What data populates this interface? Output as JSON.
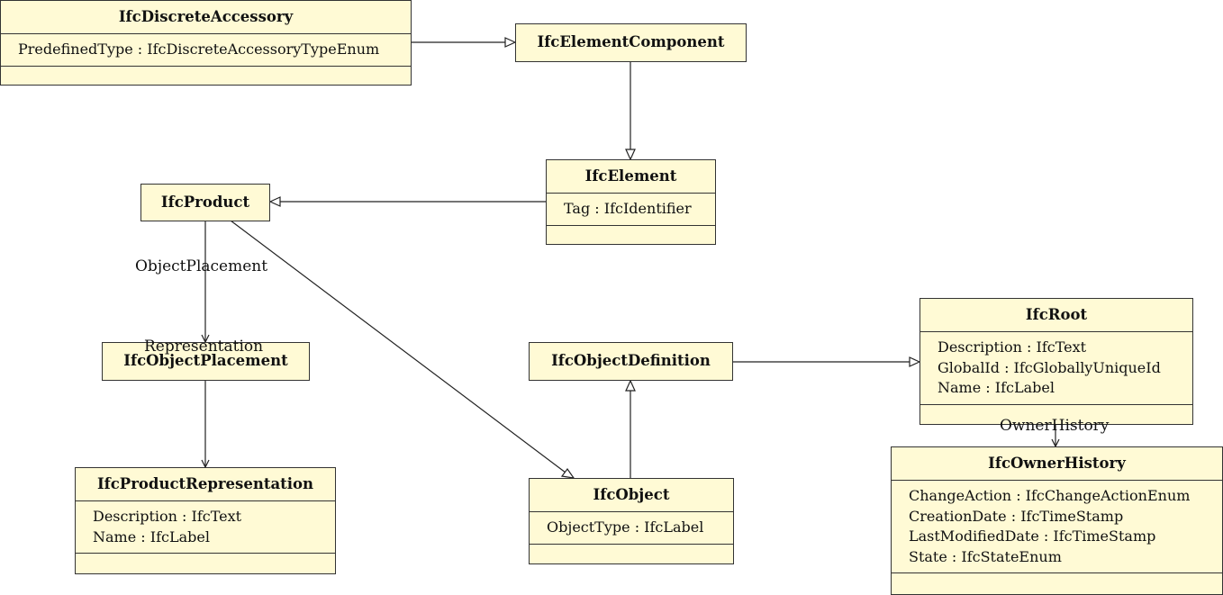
{
  "classes": {
    "discrete_accessory": {
      "name": "IfcDiscreteAccessory",
      "attributes": [
        "PredefinedType : IfcDiscreteAccessoryTypeEnum"
      ]
    },
    "element_component": {
      "name": "IfcElementComponent"
    },
    "element": {
      "name": "IfcElement",
      "attributes": [
        "Tag : IfcIdentifier"
      ]
    },
    "product": {
      "name": "IfcProduct"
    },
    "object_placement": {
      "name": "IfcObjectPlacement"
    },
    "product_representation": {
      "name": "IfcProductRepresentation",
      "attributes": [
        "Description : IfcText",
        "Name : IfcLabel"
      ]
    },
    "object_definition": {
      "name": "IfcObjectDefinition"
    },
    "object": {
      "name": "IfcObject",
      "attributes": [
        "ObjectType : IfcLabel"
      ]
    },
    "root": {
      "name": "IfcRoot",
      "attributes": [
        "Description : IfcText",
        "GlobalId : IfcGloballyUniqueId",
        "Name : IfcLabel"
      ]
    },
    "owner_history": {
      "name": "IfcOwnerHistory",
      "attributes": [
        "ChangeAction : IfcChangeActionEnum",
        "CreationDate : IfcTimeStamp",
        "LastModifiedDate : IfcTimeStamp",
        "State : IfcStateEnum"
      ]
    }
  },
  "associations": {
    "object_placement": "ObjectPlacement",
    "representation": "Representation",
    "owner_history": "OwnerHistory"
  },
  "colors": {
    "class_fill": "#fffad5",
    "stroke": "#333333"
  }
}
